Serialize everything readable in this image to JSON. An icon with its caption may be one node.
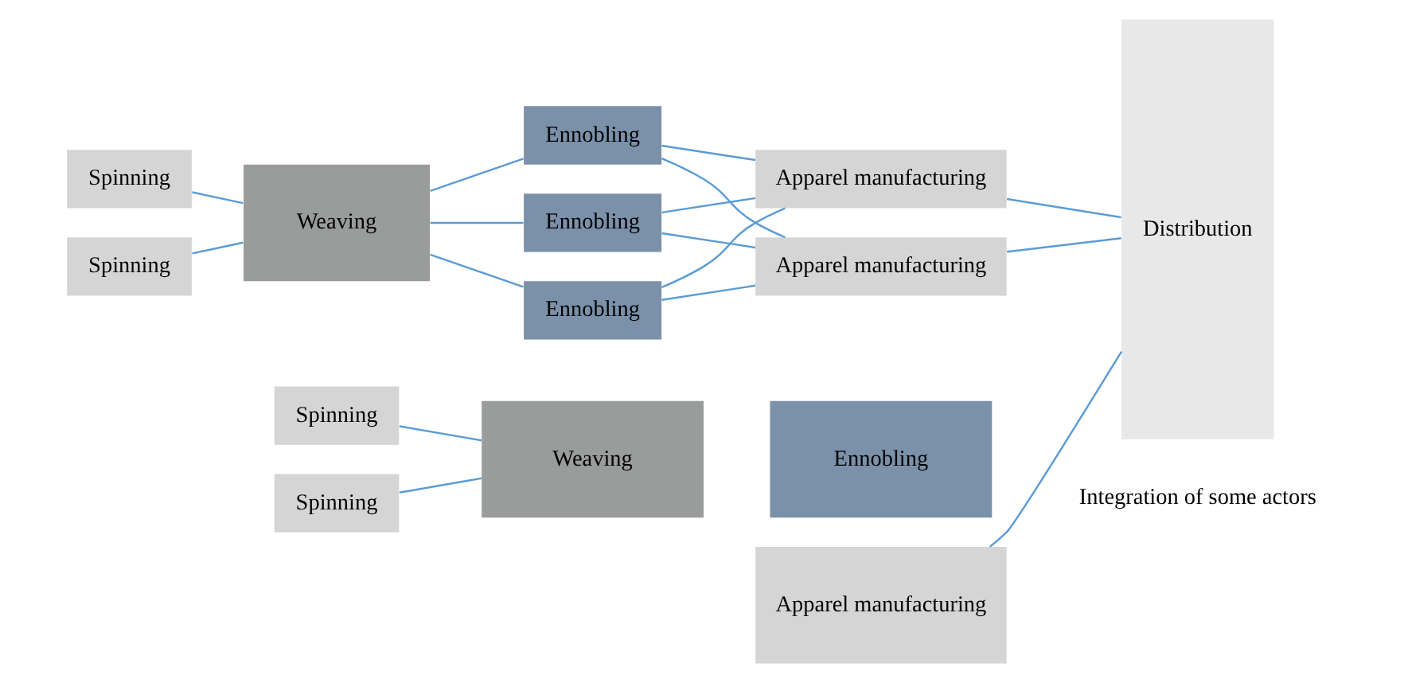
{
  "diagram": {
    "nodes": [
      {
        "text": [
          "Spinning"
        ]
      },
      {
        "text": [
          "Spinning"
        ]
      },
      {
        "text": [
          "Weaving"
        ]
      },
      {
        "text": [
          "Ennobling"
        ]
      },
      {
        "text": [
          "Ennobling"
        ]
      },
      {
        "text": [
          "Ennobling"
        ]
      },
      {
        "text": [
          "Apparel manufacturing"
        ]
      },
      {
        "text": [
          "Apparel manufacturing"
        ]
      },
      {
        "text": [
          "Distribution"
        ]
      },
      {
        "text": [
          "Spinning"
        ]
      },
      {
        "text": [
          "Spinning"
        ]
      },
      {
        "text": [
          "Weaving"
        ]
      },
      {
        "text": [
          "Ennobling"
        ]
      },
      {
        "text": [
          "Apparel manufacturing"
        ]
      }
    ],
    "edges": [
      {
        "from": 0,
        "to": 2,
        "arrow": "none"
      },
      {
        "from": 1,
        "to": 2,
        "arrow": "none"
      },
      {
        "from": 2,
        "to": 3,
        "arrow": "none"
      },
      {
        "from": 2,
        "to": 4,
        "arrow": "none"
      },
      {
        "from": 2,
        "to": 5,
        "arrow": "none"
      },
      {
        "from": 3,
        "to": 6,
        "arrow": "none"
      },
      {
        "from": 4,
        "to": 6,
        "arrow": "none"
      },
      {
        "from": 5,
        "to": 6,
        "arrow": "none"
      },
      {
        "from": 3,
        "to": 7,
        "arrow": "none"
      },
      {
        "from": 4,
        "to": 7,
        "arrow": "none"
      },
      {
        "from": 5,
        "to": 7,
        "arrow": "none"
      },
      {
        "from": 6,
        "to": 8,
        "arrow": "none"
      },
      {
        "from": 7,
        "to": 8,
        "arrow": "none"
      },
      {
        "from": 13,
        "to": 8,
        "arrow": "none"
      },
      {
        "from": 9,
        "to": 11,
        "arrow": "none"
      },
      {
        "from": 10,
        "to": 11,
        "arrow": "none"
      }
    ],
    "labels": [
      "Integration of some actors"
    ]
  }
}
